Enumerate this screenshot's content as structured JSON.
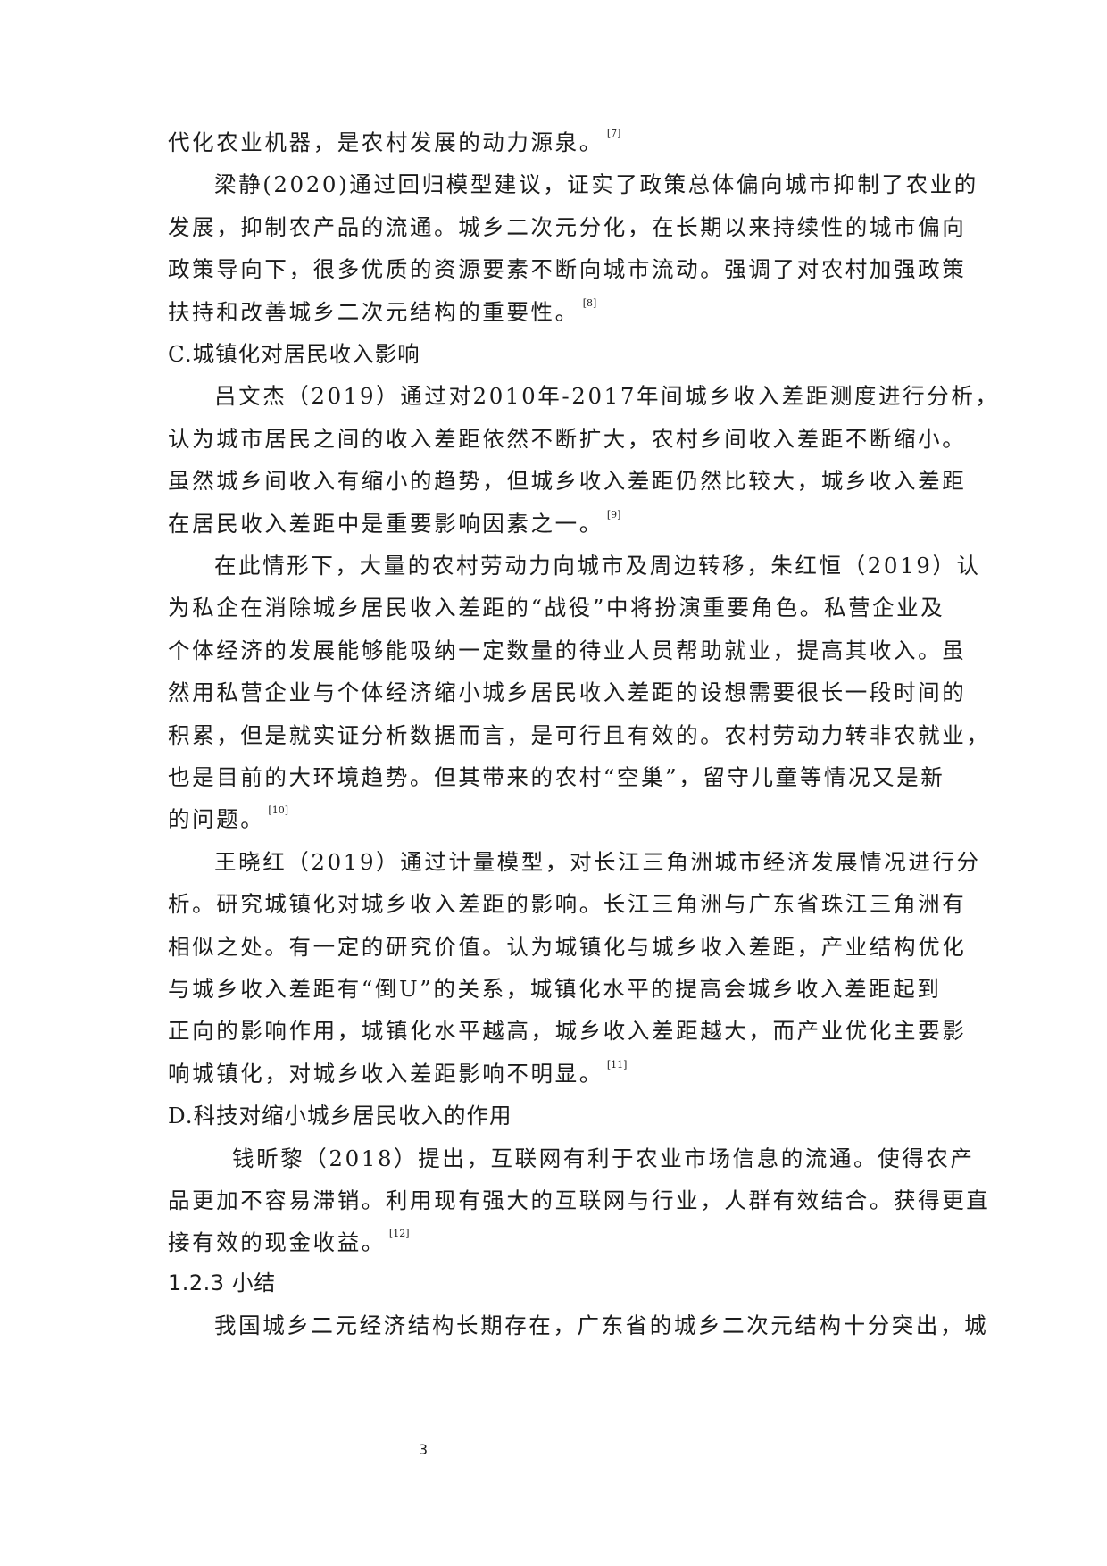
{
  "document": {
    "lines": [
      {
        "text": "代化农业机器，是农村发展的动力源泉。",
        "cite": "[7]",
        "indent": false,
        "type": "body"
      },
      {
        "text": "梁静(2020)通过回归模型建议，证实了政策总体偏向城市抑制了农业的",
        "cite": null,
        "indent": true,
        "type": "body"
      },
      {
        "text": "发展，抑制农产品的流通。城乡二次元分化，在长期以来持续性的城市偏向",
        "cite": null,
        "indent": false,
        "type": "body"
      },
      {
        "text": "政策导向下，很多优质的资源要素不断向城市流动。强调了对农村加强政策",
        "cite": null,
        "indent": false,
        "type": "body"
      },
      {
        "text": "扶持和改善城乡二次元结构的重要性。",
        "cite": "[8]",
        "indent": false,
        "type": "body"
      },
      {
        "text": "C.城镇化对居民收入影响",
        "cite": null,
        "indent": false,
        "type": "heading"
      },
      {
        "text": "吕文杰（2019）通过对2010年-2017年间城乡收入差距测度进行分析，",
        "cite": null,
        "indent": true,
        "type": "body"
      },
      {
        "text": "认为城市居民之间的收入差距依然不断扩大，农村乡间收入差距不断缩小。",
        "cite": null,
        "indent": false,
        "type": "body"
      },
      {
        "text": "虽然城乡间收入有缩小的趋势，但城乡收入差距仍然比较大，城乡收入差距",
        "cite": null,
        "indent": false,
        "type": "body"
      },
      {
        "text": "在居民收入差距中是重要影响因素之一。",
        "cite": "[9]",
        "indent": false,
        "type": "body"
      },
      {
        "text": "在此情形下，大量的农村劳动力向城市及周边转移，朱红恒（2019）认",
        "cite": null,
        "indent": true,
        "type": "body"
      },
      {
        "text": "为私企在消除城乡居民收入差距的“战役”中将扮演重要角色。私营企业及",
        "cite": null,
        "indent": false,
        "type": "body"
      },
      {
        "text": "个体经济的发展能够能吸纳一定数量的待业人员帮助就业，提高其收入。虽",
        "cite": null,
        "indent": false,
        "type": "body"
      },
      {
        "text": "然用私营企业与个体经济缩小城乡居民收入差距的设想需要很长一段时间的",
        "cite": null,
        "indent": false,
        "type": "body"
      },
      {
        "text": "积累，但是就实证分析数据而言，是可行且有效的。农村劳动力转非农就业，",
        "cite": null,
        "indent": false,
        "type": "body"
      },
      {
        "text": "也是目前的大环境趋势。但其带来的农村“空巢”，留守儿童等情况又是新",
        "cite": null,
        "indent": false,
        "type": "body"
      },
      {
        "text": "的问题。",
        "cite": "[10]",
        "indent": false,
        "type": "body"
      },
      {
        "text": "王晓红（2019）通过计量模型，对长江三角洲城市经济发展情况进行分",
        "cite": null,
        "indent": true,
        "type": "body"
      },
      {
        "text": "析。研究城镇化对城乡收入差距的影响。长江三角洲与广东省珠江三角洲有",
        "cite": null,
        "indent": false,
        "type": "body"
      },
      {
        "text": "相似之处。有一定的研究价值。认为城镇化与城乡收入差距，产业结构优化",
        "cite": null,
        "indent": false,
        "type": "body"
      },
      {
        "text": "与城乡收入差距有“倒U”的关系，城镇化水平的提高会城乡收入差距起到",
        "cite": null,
        "indent": false,
        "type": "body"
      },
      {
        "text": "正向的影响作用，城镇化水平越高，城乡收入差距越大，而产业优化主要影",
        "cite": null,
        "indent": false,
        "type": "body"
      },
      {
        "text": "响城镇化，对城乡收入差距影响不明显。",
        "cite": "[11]",
        "indent": false,
        "type": "body"
      },
      {
        "text": "D.科技对缩小城乡居民收入的作用",
        "cite": null,
        "indent": false,
        "type": "heading"
      },
      {
        "text": "钱昕黎（2018）提出，互联网有利于农业市场信息的流通。使得农产",
        "cite": null,
        "indent": "wide",
        "type": "body"
      },
      {
        "text": "品更加不容易滞销。利用现有强大的互联网与行业，人群有效结合。获得更直",
        "cite": null,
        "indent": false,
        "type": "body"
      },
      {
        "text": "接有效的现金收益。",
        "cite": "[12]",
        "indent": false,
        "type": "body"
      },
      {
        "text": "1.2.3 小结",
        "cite": null,
        "indent": false,
        "type": "subheading"
      },
      {
        "text": "我国城乡二元经济结构长期存在，广东省的城乡二次元结构十分突出，城",
        "cite": null,
        "indent": true,
        "type": "body"
      }
    ],
    "page_number": "3"
  }
}
